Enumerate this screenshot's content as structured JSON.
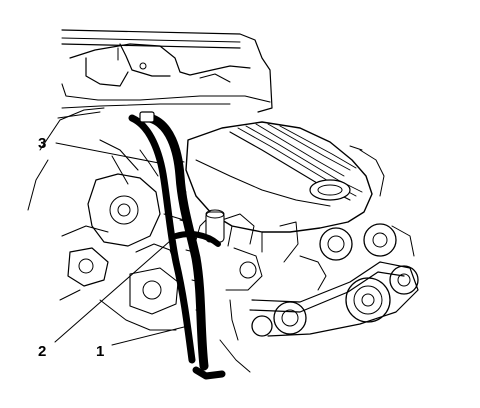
{
  "figure": {
    "callouts": [
      {
        "id": "callout-1",
        "label": "1"
      },
      {
        "id": "callout-2",
        "label": "2"
      },
      {
        "id": "callout-3",
        "label": "3"
      }
    ]
  }
}
